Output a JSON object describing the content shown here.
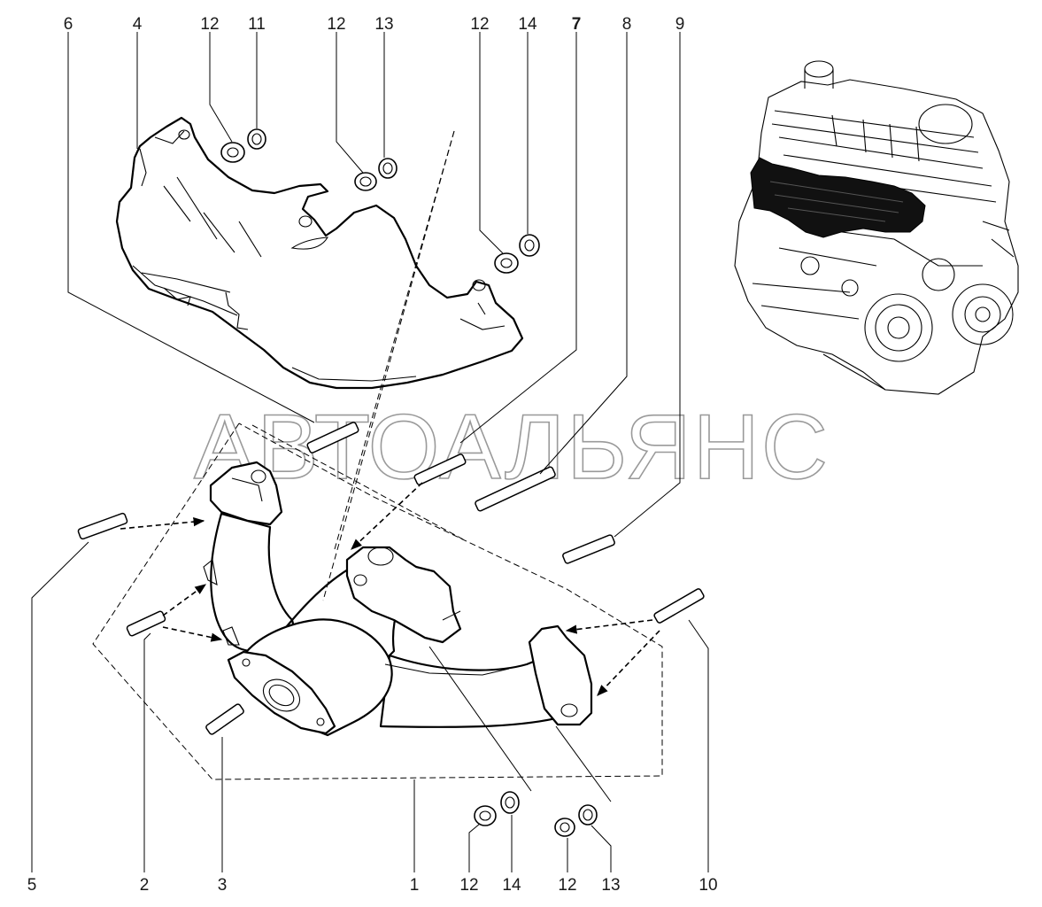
{
  "watermark": "АВТОАЛЬЯНС",
  "callouts": {
    "c1": "1",
    "c2": "2",
    "c3": "3",
    "c4": "4",
    "c5": "5",
    "c6": "6",
    "c7": "7",
    "c8": "8",
    "c9": "9",
    "c10": "10",
    "c11_top": "11",
    "c12_top_a": "12",
    "c12_top_b": "12",
    "c12_top_c": "12",
    "c13_top": "13",
    "c14_top": "14",
    "c12_bottom_a": "12",
    "c14_bottom": "14",
    "c12_bottom_b": "12",
    "c13_bottom": "13"
  }
}
